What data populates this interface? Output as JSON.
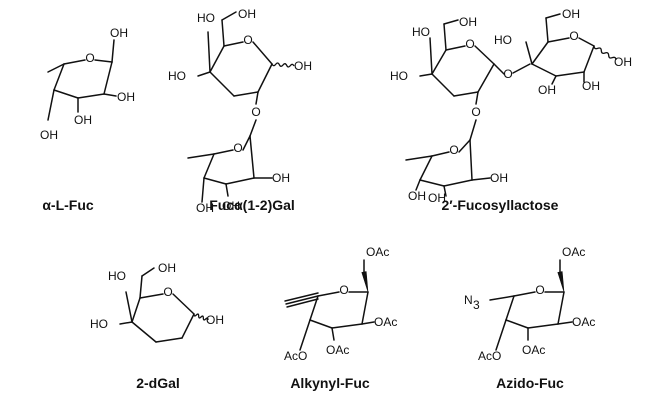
{
  "labels": {
    "oh": "OH",
    "ho": "HO",
    "o": "O",
    "oac": "OAc",
    "aco": "AcO",
    "n3": "N",
    "n3_sub": "3"
  },
  "structures": [
    {
      "id": "a-l-fuc",
      "name": "α-L-Fuc"
    },
    {
      "id": "fuc-a12-gal",
      "name": "Fucα(1-2)Gal"
    },
    {
      "id": "fucosyllactose",
      "name": "2′-Fucosyllactose"
    },
    {
      "id": "2-dgal",
      "name": "2-dGal"
    },
    {
      "id": "alkynyl-fuc",
      "name": "Alkynyl-Fuc"
    },
    {
      "id": "azido-fuc",
      "name": "Azido-Fuc"
    }
  ]
}
